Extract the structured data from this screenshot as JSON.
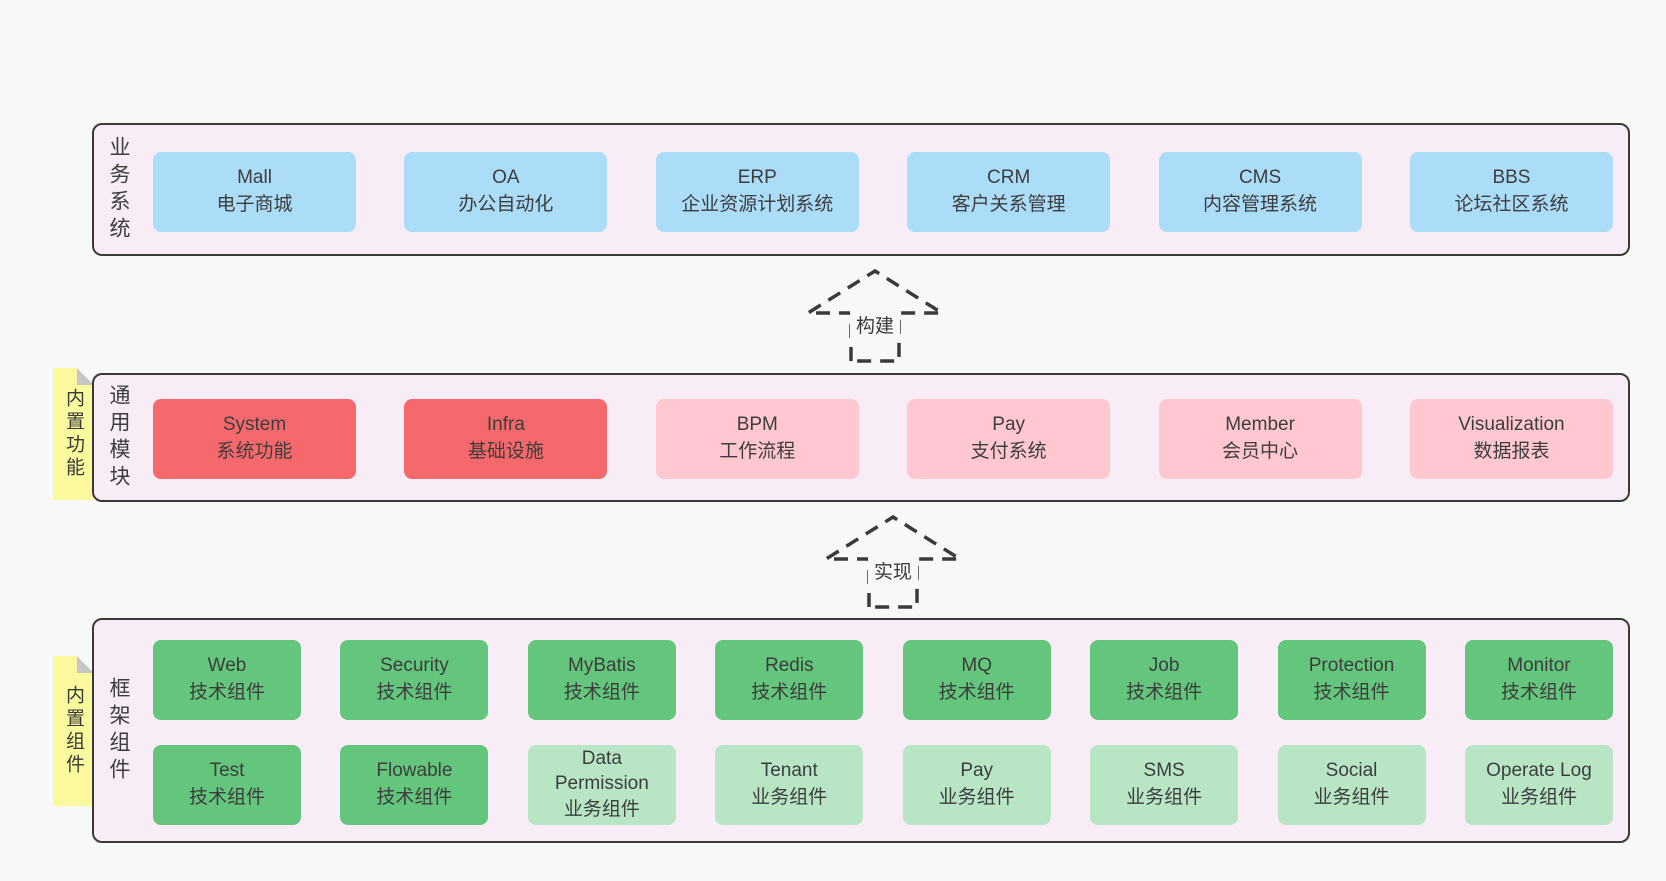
{
  "layers": {
    "business": {
      "label": "业务系统",
      "boxes": [
        {
          "title": "Mall",
          "subtitle": "电子商城"
        },
        {
          "title": "OA",
          "subtitle": "办公自动化"
        },
        {
          "title": "ERP",
          "subtitle": "企业资源计划系统"
        },
        {
          "title": "CRM",
          "subtitle": "客户关系管理"
        },
        {
          "title": "CMS",
          "subtitle": "内容管理系统"
        },
        {
          "title": "BBS",
          "subtitle": "论坛社区系统"
        }
      ]
    },
    "modules": {
      "label": "通用模块",
      "note": "内置功能",
      "boxes": [
        {
          "title": "System",
          "subtitle": "系统功能",
          "variant": "red"
        },
        {
          "title": "Infra",
          "subtitle": "基础设施",
          "variant": "red"
        },
        {
          "title": "BPM",
          "subtitle": "工作流程",
          "variant": "pink"
        },
        {
          "title": "Pay",
          "subtitle": "支付系统",
          "variant": "pink"
        },
        {
          "title": "Member",
          "subtitle": "会员中心",
          "variant": "pink"
        },
        {
          "title": "Visualization",
          "subtitle": "数据报表",
          "variant": "pink"
        }
      ]
    },
    "framework": {
      "label": "框架组件",
      "note": "内置组件",
      "row1": [
        {
          "title": "Web",
          "subtitle": "技术组件",
          "variant": "green_dark"
        },
        {
          "title": "Security",
          "subtitle": "技术组件",
          "variant": "green_dark"
        },
        {
          "title": "MyBatis",
          "subtitle": "技术组件",
          "variant": "green_dark"
        },
        {
          "title": "Redis",
          "subtitle": "技术组件",
          "variant": "green_dark"
        },
        {
          "title": "MQ",
          "subtitle": "技术组件",
          "variant": "green_dark"
        },
        {
          "title": "Job",
          "subtitle": "技术组件",
          "variant": "green_dark"
        },
        {
          "title": "Protection",
          "subtitle": "技术组件",
          "variant": "green_dark"
        },
        {
          "title": "Monitor",
          "subtitle": "技术组件",
          "variant": "green_dark"
        }
      ],
      "row2": [
        {
          "title": "Test",
          "subtitle": "技术组件",
          "variant": "green_dark"
        },
        {
          "title": "Flowable",
          "subtitle": "技术组件",
          "variant": "green_dark"
        },
        {
          "title": "Data Permission",
          "subtitle": "业务组件",
          "variant": "green_light"
        },
        {
          "title": "Tenant",
          "subtitle": "业务组件",
          "variant": "green_light"
        },
        {
          "title": "Pay",
          "subtitle": "业务组件",
          "variant": "green_light"
        },
        {
          "title": "SMS",
          "subtitle": "业务组件",
          "variant": "green_light"
        },
        {
          "title": "Social",
          "subtitle": "业务组件",
          "variant": "green_light"
        },
        {
          "title": "Operate Log",
          "subtitle": "业务组件",
          "variant": "green_light"
        }
      ]
    }
  },
  "arrows": {
    "build": "构建",
    "implement": "实现"
  },
  "colors": {
    "page_bg": "#f8f8f8",
    "panel_bg": "#f8ecf6",
    "panel_border": "#3a3a3a",
    "blue": "#abddf8",
    "red": "#f5696c",
    "pink": "#ffc8d1",
    "green_dark": "#64c57c",
    "green_light": "#b8e6c5",
    "note_yellow": "#fbf99e",
    "note_fold": "#c6c6c6",
    "text": "#3d3d3d"
  }
}
